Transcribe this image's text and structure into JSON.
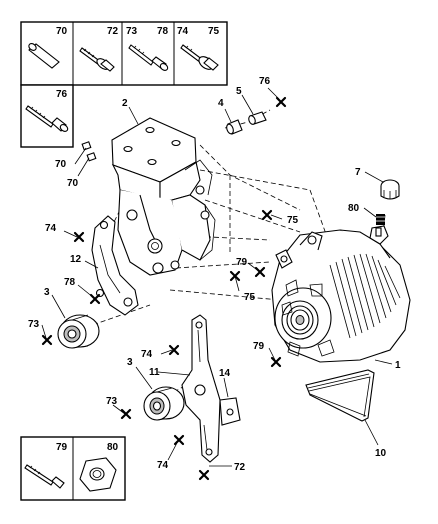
{
  "kits_top": [
    {
      "label": "70"
    },
    {
      "label": "72"
    },
    {
      "label": "73"
    },
    {
      "label": "78"
    },
    {
      "label": "74"
    },
    {
      "label": "75"
    },
    {
      "label": "76"
    }
  ],
  "kits_bottom": [
    {
      "label": "79"
    },
    {
      "label": "80"
    }
  ],
  "callouts": {
    "c2": "2",
    "c4": "4",
    "c5": "5",
    "c76": "76",
    "c70a": "70",
    "c70b": "70",
    "c7": "7",
    "c80": "80",
    "c74a": "74",
    "c75a": "75",
    "c12": "12",
    "c79a": "79",
    "c75b": "75",
    "c78": "78",
    "c3a": "3",
    "c73a": "73",
    "c74b": "74",
    "c79b": "79",
    "c1": "1",
    "c3b": "3",
    "c11": "11",
    "c14": "14",
    "c73b": "73",
    "c74c": "74",
    "c72": "72",
    "c10": "10"
  }
}
